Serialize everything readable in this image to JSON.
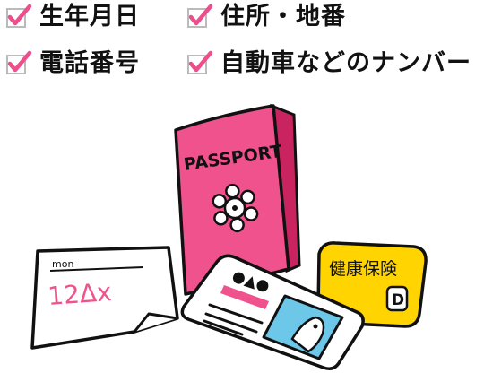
{
  "checklist": [
    {
      "label": "生年月日",
      "checked": true
    },
    {
      "label": "住所・地番",
      "checked": true
    },
    {
      "label": "電話番号",
      "checked": true
    },
    {
      "label": "自動車などのナンバー",
      "checked": true
    }
  ],
  "colors": {
    "check_mark": "#ee4e8c",
    "checkbox_border": "#bbbbbb",
    "passport": "#f0528d",
    "insurance_card": "#ffd400",
    "license_face": "#6cc7e8",
    "license_bar": "#f0528d",
    "outline": "#111111",
    "card_paper": "#ffffff"
  },
  "illustration": {
    "passport_text": "PASSPORT",
    "note_header": "mon",
    "note_text": "12Δx",
    "insurance_text": "健康保険",
    "insurance_letter": "D",
    "license_symbols": "●▲●"
  }
}
